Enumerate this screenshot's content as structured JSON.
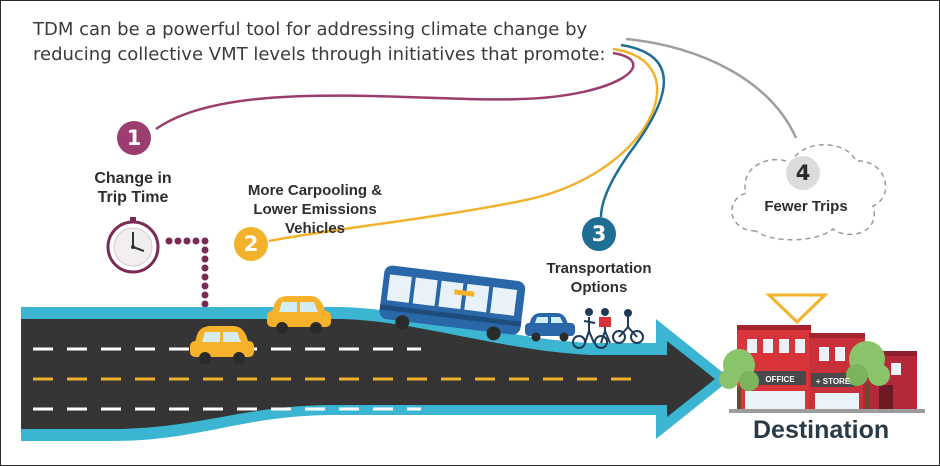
{
  "intro": {
    "line1": "TDM can be a powerful tool for addressing climate change by",
    "line2": "reducing collective VMT levels through initiatives that promote:"
  },
  "initiatives": [
    {
      "number": "1",
      "label_lines": [
        "Change in",
        "Trip Time"
      ],
      "color": "#9b3d6e"
    },
    {
      "number": "2",
      "label_lines": [
        "More Carpooling &",
        "Lower Emissions",
        "Vehicles"
      ],
      "color": "#f3b22d"
    },
    {
      "number": "3",
      "label_lines": [
        "Transportation",
        "Options"
      ],
      "color": "#1f6e94"
    },
    {
      "number": "4",
      "label_lines": [
        "Fewer Trips"
      ],
      "color": "#9e9e9e"
    }
  ],
  "destination": {
    "label": "Destination"
  },
  "buildings": {
    "office_sign": "OFFICE",
    "store_sign": "+ STORE"
  },
  "colors": {
    "road": "#353535",
    "road_edge": "#3cb5d2",
    "lane_center": "#f0b12c",
    "lane_white": "#ffffff",
    "car": "#f6b22b",
    "bus": "#2a67a8",
    "building_red": "#d9343a",
    "tree": "#8ac46a"
  }
}
